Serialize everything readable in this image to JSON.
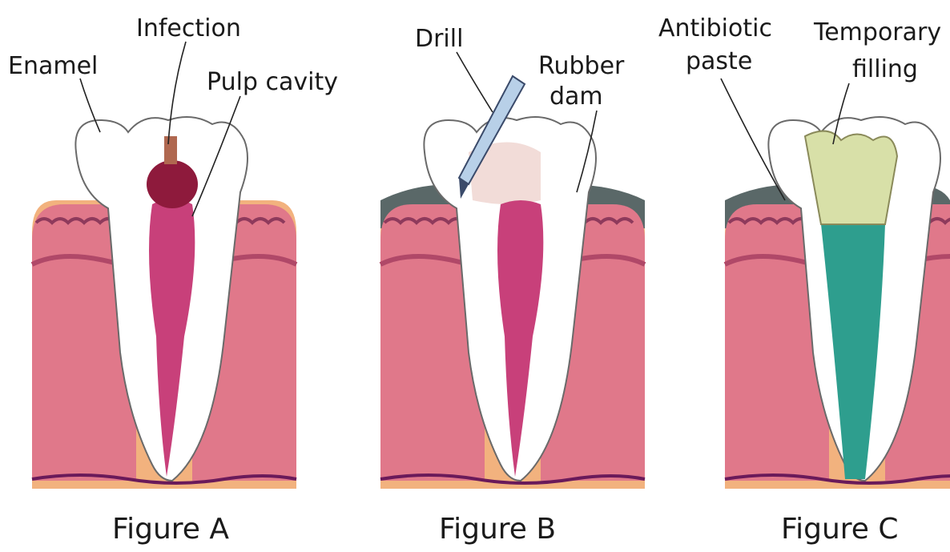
{
  "figures": [
    {
      "caption": "Figure A",
      "labels": {
        "enamel": "Enamel",
        "infection": "Infection",
        "pulp": "Pulp cavity"
      }
    },
    {
      "caption": "Figure B",
      "labels": {
        "drill": "Drill",
        "dam_line1": "Rubber",
        "dam_line2": "dam"
      }
    },
    {
      "caption": "Figure C",
      "labels": {
        "paste_line1": "Antibiotic",
        "paste_line2": "paste",
        "fill_line1": "Temporary",
        "fill_line2": "filling"
      }
    }
  ],
  "colors": {
    "bone": "#f2b27e",
    "bone_spots": "#d98c78",
    "gum": "#e0788a",
    "gum_dark": "#b04868",
    "gum_scallop": "#8e3a5c",
    "tooth": "#ffffff",
    "pulp": "#c8407a",
    "infection": "#8e1a3c",
    "rubber_dam": "#5a6868",
    "antibiotic_paste": "#2e9e8e",
    "temporary_filling": "#d8e0a8",
    "nerve_line": "#6a1a5a"
  }
}
